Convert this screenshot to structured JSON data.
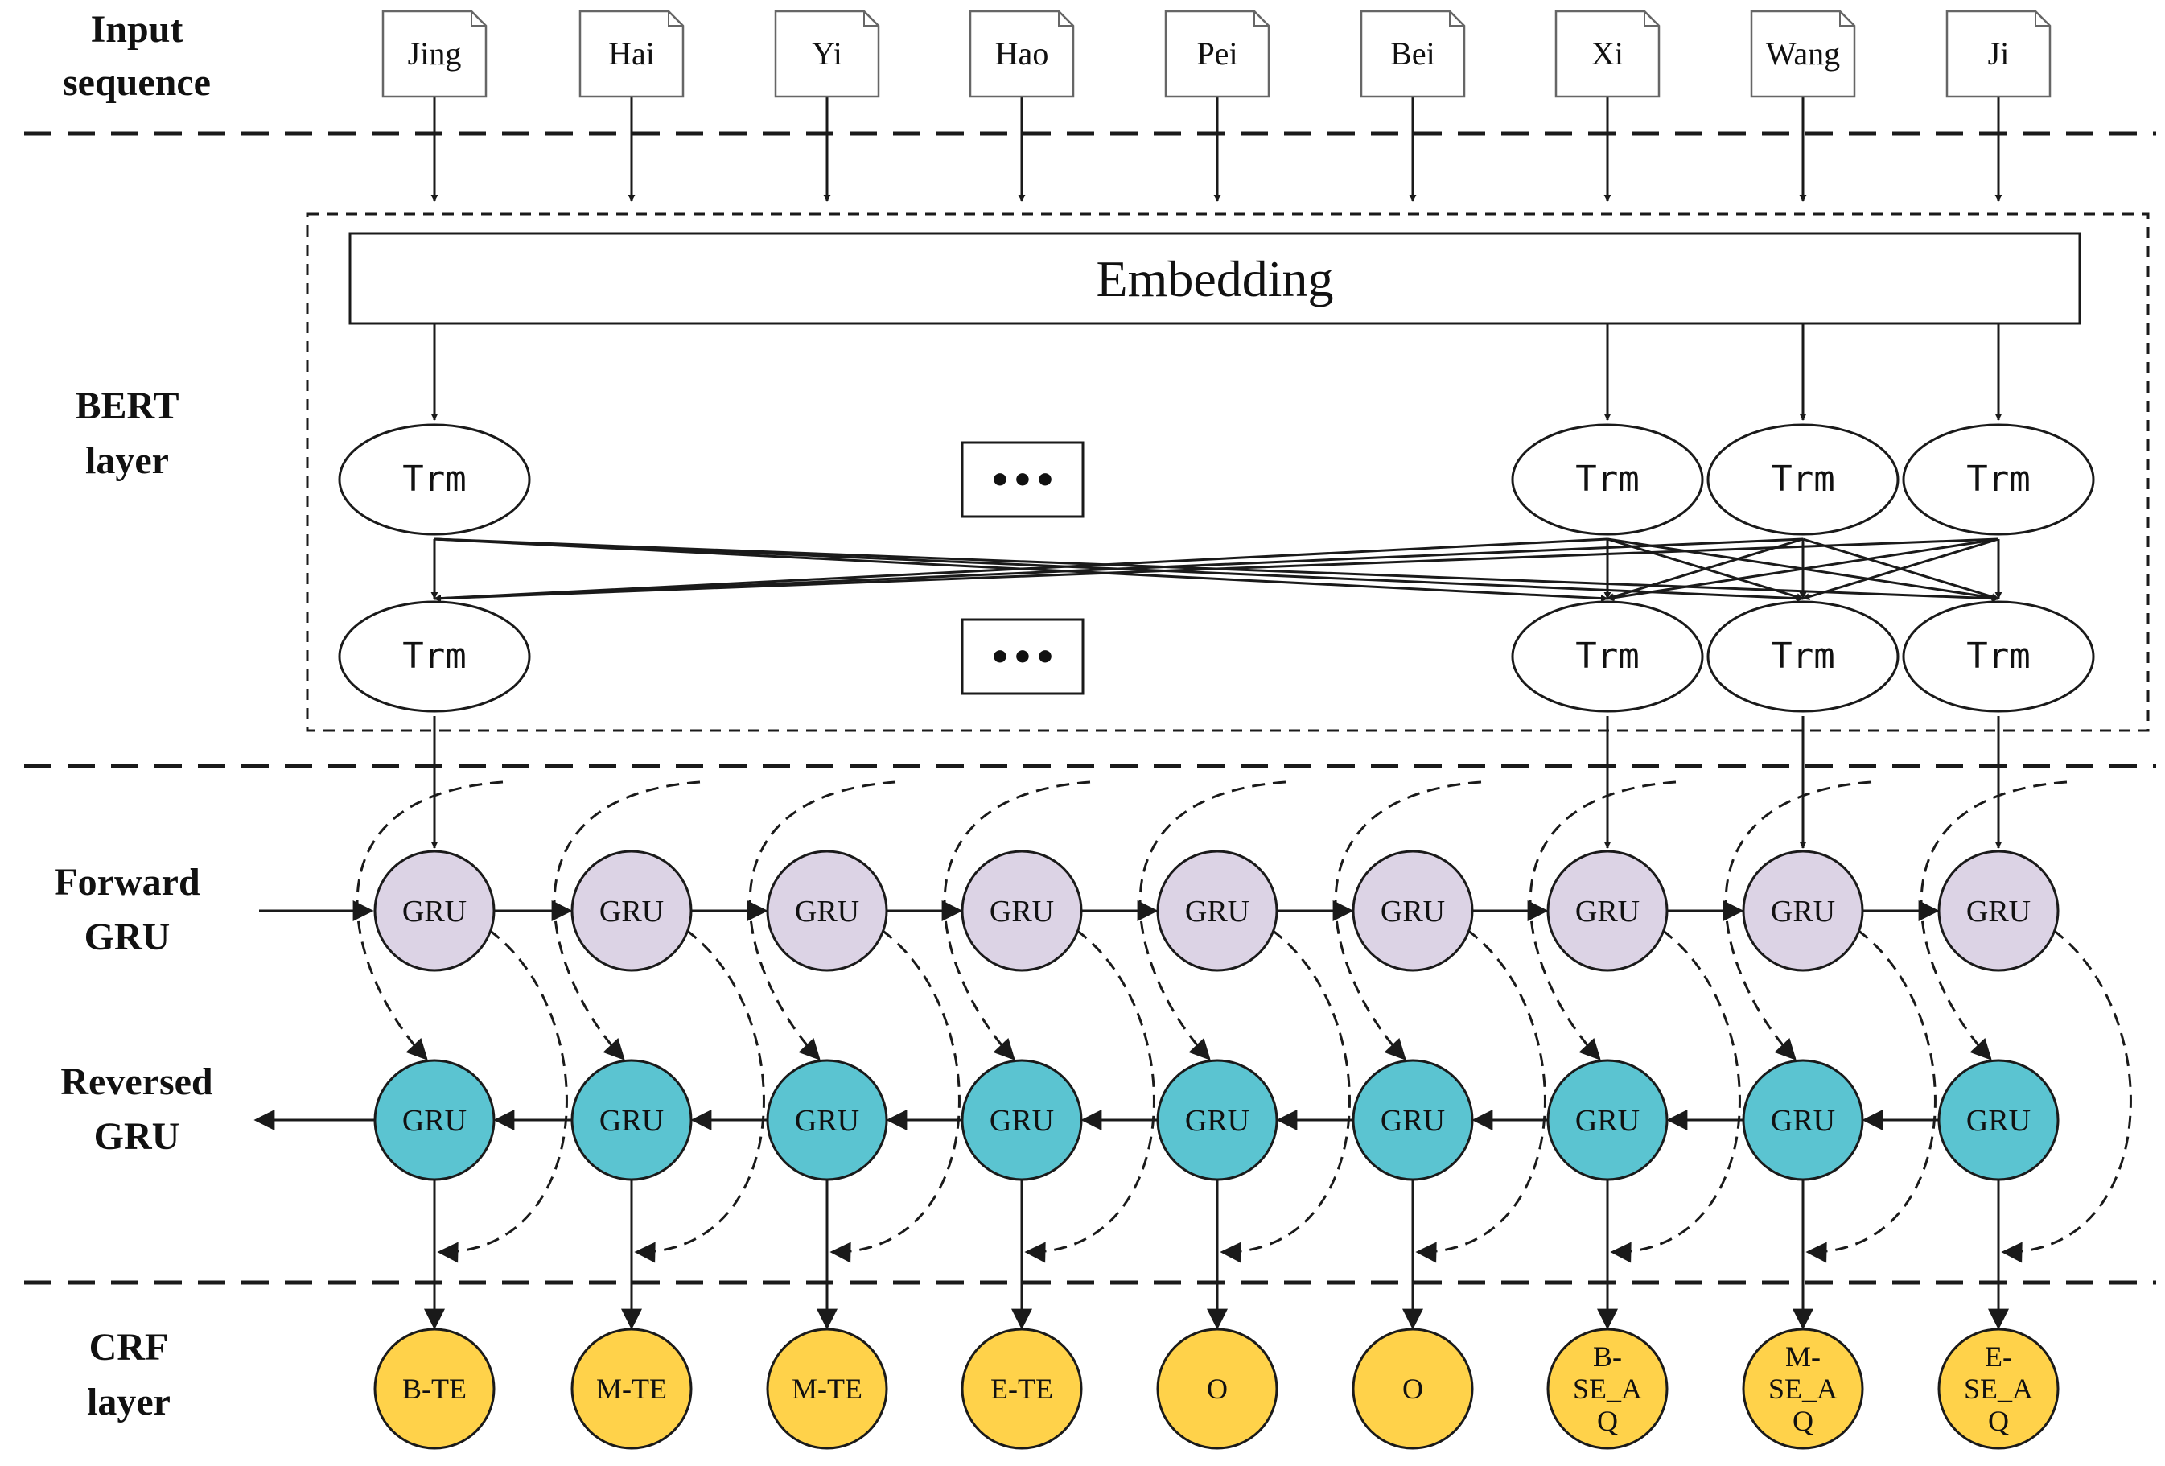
{
  "layers": {
    "input": [
      "Input",
      "sequence"
    ],
    "bert": [
      "BERT",
      "layer"
    ],
    "forward": [
      "Forward",
      "GRU"
    ],
    "reversed": [
      "Reversed",
      "GRU"
    ],
    "crf": [
      "CRF",
      "layer"
    ]
  },
  "tokens": [
    "Jing",
    "Hai",
    "Yi",
    "Hao",
    "Pei",
    "Bei",
    "Xi",
    "Wang",
    "Ji"
  ],
  "embedding_label": "Embedding",
  "trm_label": "Trm",
  "ellipsis": "•••",
  "gru_label": "GRU",
  "crf_tags": [
    [
      "B-TE"
    ],
    [
      "M-TE"
    ],
    [
      "M-TE"
    ],
    [
      "E-TE"
    ],
    [
      "O"
    ],
    [
      "O"
    ],
    [
      "B-",
      "SE_A",
      "Q"
    ],
    [
      "M-",
      "SE_A",
      "Q"
    ],
    [
      "E-",
      "SE_A",
      "Q"
    ]
  ],
  "colors": {
    "forward_gru": "#dcd3e5",
    "reversed_gru": "#5bc4d1",
    "crf": "#ffd24a",
    "stroke": "#1a1a1a"
  }
}
